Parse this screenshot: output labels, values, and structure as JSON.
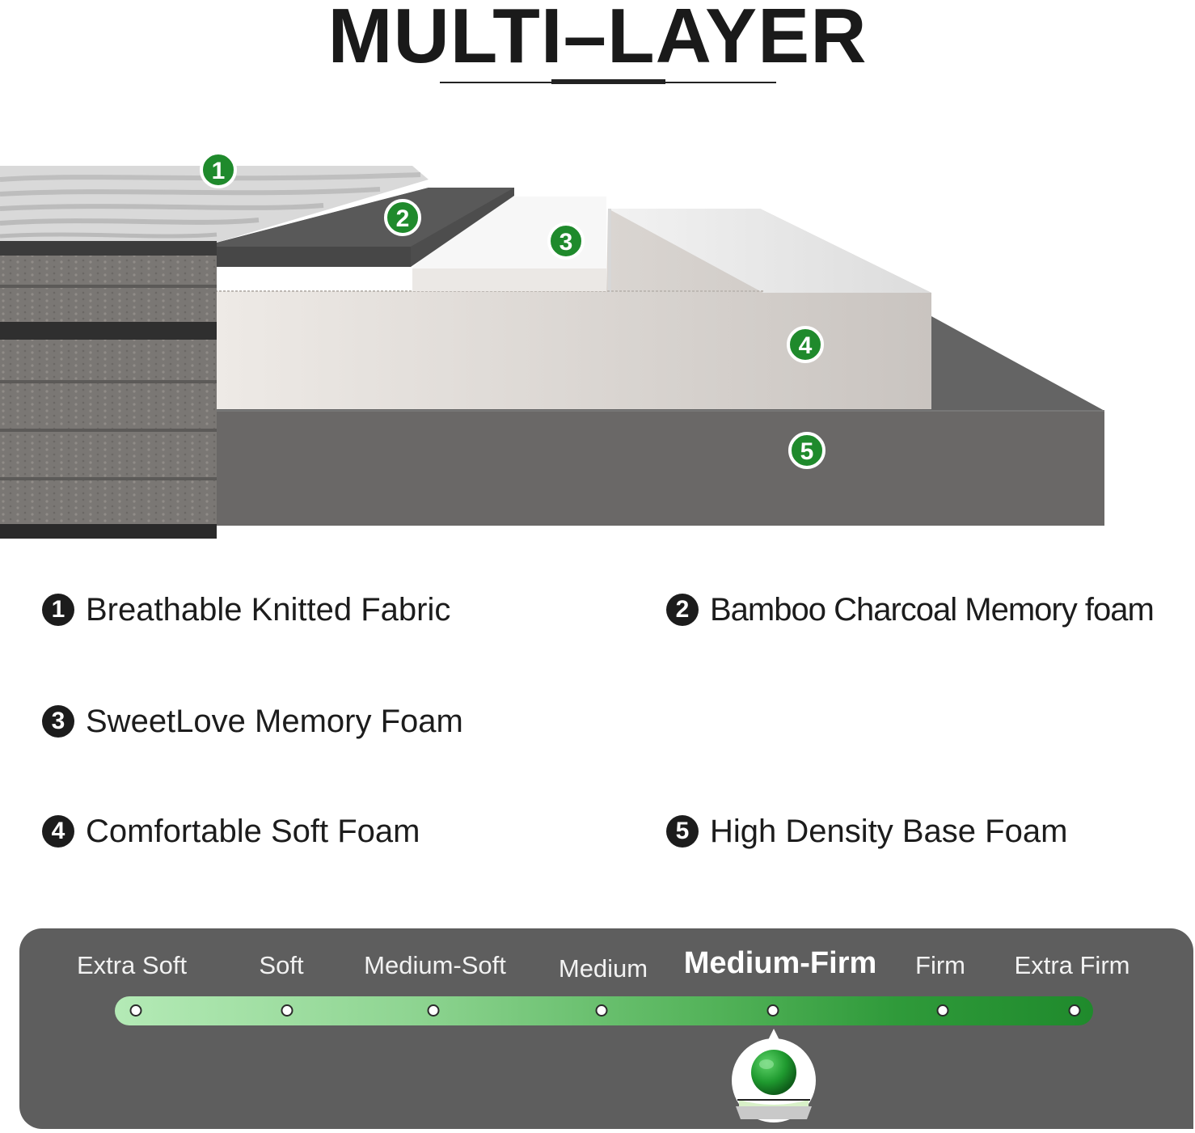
{
  "title": "MULTI–LAYER",
  "badges": [
    "1",
    "2",
    "3",
    "4",
    "5"
  ],
  "layers": [
    {
      "number": "1",
      "label": "Breathable Knitted Fabric"
    },
    {
      "number": "2",
      "label": "Bamboo Charcoal Memory foam"
    },
    {
      "number": "3",
      "label": "SweetLove Memory Foam"
    },
    {
      "number": "4",
      "label": "Comfortable Soft Foam"
    },
    {
      "number": "5",
      "label": "High Density Base Foam"
    }
  ],
  "firmness": {
    "levels": [
      "Extra Soft",
      "Soft",
      "Medium-Soft",
      "Medium",
      "Medium-Firm",
      "Firm",
      "Extra Firm"
    ],
    "selected": "Medium-Firm"
  },
  "colors": {
    "badge_green": "#1f8a2c",
    "scale_panel": "#5e5e5e",
    "bar_start": "#b4eab6",
    "bar_end": "#1f8a2c"
  }
}
